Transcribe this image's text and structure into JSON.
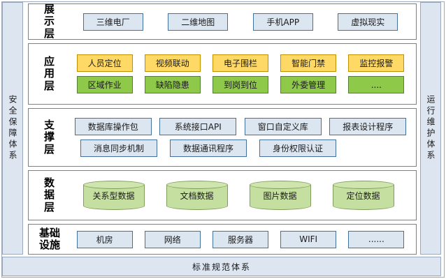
{
  "left_rail": {
    "label": "安全保障体系"
  },
  "right_rail": {
    "label": "运行维护体系"
  },
  "bottom_bar": {
    "label": "标准规范体系"
  },
  "colors": {
    "rail_fill": "#dde5f1",
    "rail_border": "#9aa8bd",
    "blue_fill": "#dce6f1",
    "blue_border": "#41719c",
    "yellow_fill": "#ffd966",
    "yellow_border": "#bf8f00",
    "green_fill": "#8ec94a",
    "green_border": "#548235",
    "cylinder_fill": "#c5dfa0",
    "cylinder_border": "#7f9e5a",
    "layer_border": "#7f7f7f"
  },
  "layers": [
    {
      "id": "presentation",
      "label": "展示层",
      "rows": [
        {
          "nodes": [
            {
              "label": "三维电厂",
              "style": "blue"
            },
            {
              "label": "二维地图",
              "style": "blue"
            },
            {
              "label": "手机APP",
              "style": "blue"
            },
            {
              "label": "虚拟现实",
              "style": "blue"
            }
          ]
        }
      ]
    },
    {
      "id": "application",
      "label": "应用层",
      "rows": [
        {
          "nodes": [
            {
              "label": "人员定位",
              "style": "yellow"
            },
            {
              "label": "视频联动",
              "style": "yellow"
            },
            {
              "label": "电子围栏",
              "style": "yellow"
            },
            {
              "label": "智能门禁",
              "style": "yellow"
            },
            {
              "label": "监控报警",
              "style": "yellow"
            }
          ]
        },
        {
          "nodes": [
            {
              "label": "区域作业",
              "style": "green"
            },
            {
              "label": "缺陷隐患",
              "style": "green"
            },
            {
              "label": "到岗到位",
              "style": "green"
            },
            {
              "label": "外委管理",
              "style": "green"
            },
            {
              "label": "....",
              "style": "green"
            }
          ]
        }
      ]
    },
    {
      "id": "support",
      "label": "支撑层",
      "rows": [
        {
          "nodes": [
            {
              "label": "数据库操作包",
              "style": "blue"
            },
            {
              "label": "系统接口API",
              "style": "blue"
            },
            {
              "label": "窗口自定义库",
              "style": "blue"
            },
            {
              "label": "报表设计程序",
              "style": "blue"
            }
          ]
        },
        {
          "nodes": [
            {
              "label": "消息同步机制",
              "style": "blue"
            },
            {
              "label": "数据通讯程序",
              "style": "blue"
            },
            {
              "label": "身份权限认证",
              "style": "blue"
            }
          ]
        }
      ]
    },
    {
      "id": "data",
      "label": "数据层",
      "cylinders": [
        {
          "label": "关系型数据"
        },
        {
          "label": "文档数据"
        },
        {
          "label": "图片数据"
        },
        {
          "label": "定位数据"
        }
      ]
    },
    {
      "id": "infrastructure",
      "label": "基础设施",
      "rows": [
        {
          "nodes": [
            {
              "label": "机房",
              "style": "blue"
            },
            {
              "label": "网络",
              "style": "blue"
            },
            {
              "label": "服务器",
              "style": "blue"
            },
            {
              "label": "WIFI",
              "style": "blue"
            },
            {
              "label": "......",
              "style": "blue"
            }
          ]
        }
      ]
    }
  ]
}
